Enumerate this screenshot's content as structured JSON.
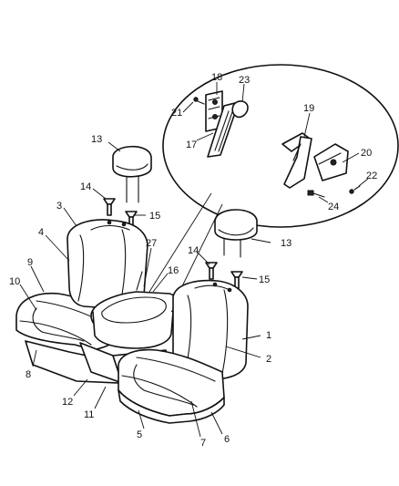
{
  "callouts": {
    "c1": "1",
    "c2": "2",
    "c3": "3",
    "c4": "4",
    "c5": "5",
    "c6": "6",
    "c7": "7",
    "c8": "8",
    "c9": "9",
    "c10": "10",
    "c11": "11",
    "c12": "12",
    "c13a": "13",
    "c13b": "13",
    "c14a": "14",
    "c14b": "14",
    "c15a": "15",
    "c15b": "15",
    "c16": "16",
    "c17": "17",
    "c18": "18",
    "c19": "19",
    "c20": "20",
    "c21": "21",
    "c22": "22",
    "c23": "23",
    "c24": "24",
    "c27": "27"
  }
}
